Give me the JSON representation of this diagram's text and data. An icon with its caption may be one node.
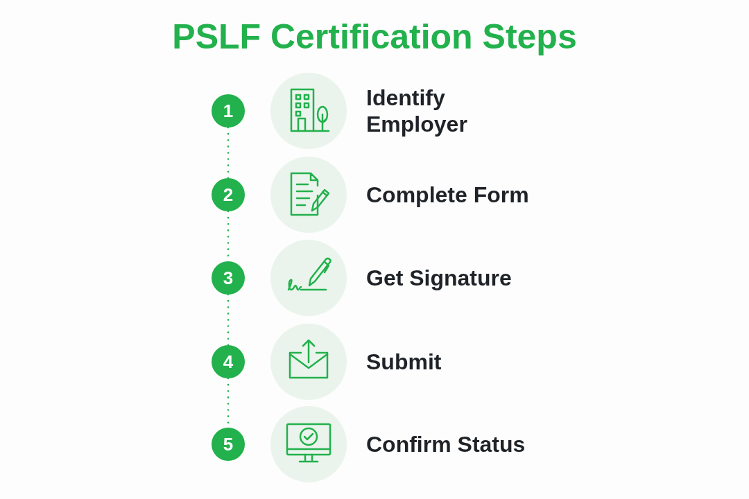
{
  "diagram": {
    "title": "PSLF Certification Steps",
    "nodes": [
      {
        "text": [
          "1"
        ]
      },
      {
        "text": [],
        "shape": "circle",
        "beside": [
          "Identify Employer"
        ]
      },
      {
        "text": [
          "2"
        ]
      },
      {
        "text": [],
        "shape": "circle",
        "beside": [
          "Complete Form"
        ]
      },
      {
        "text": [
          "3"
        ]
      },
      {
        "text": [],
        "shape": "circle",
        "beside": [
          "Get Signature"
        ]
      },
      {
        "text": [
          "4"
        ]
      },
      {
        "text": [],
        "shape": "circle",
        "beside": [
          "Submit"
        ]
      },
      {
        "text": [
          "5"
        ]
      },
      {
        "text": [],
        "shape": "circle",
        "beside": [
          "Confirm Status"
        ]
      }
    ],
    "edges": [
      {
        "from": 0,
        "to": 2,
        "arrow": "none",
        "style": "dashed"
      },
      {
        "from": 2,
        "to": 4,
        "arrow": "none",
        "style": "dashed"
      },
      {
        "from": 4,
        "to": 6,
        "arrow": "none",
        "style": "dashed"
      },
      {
        "from": 6,
        "to": 8,
        "arrow": "none",
        "style": "dashed"
      }
    ]
  }
}
